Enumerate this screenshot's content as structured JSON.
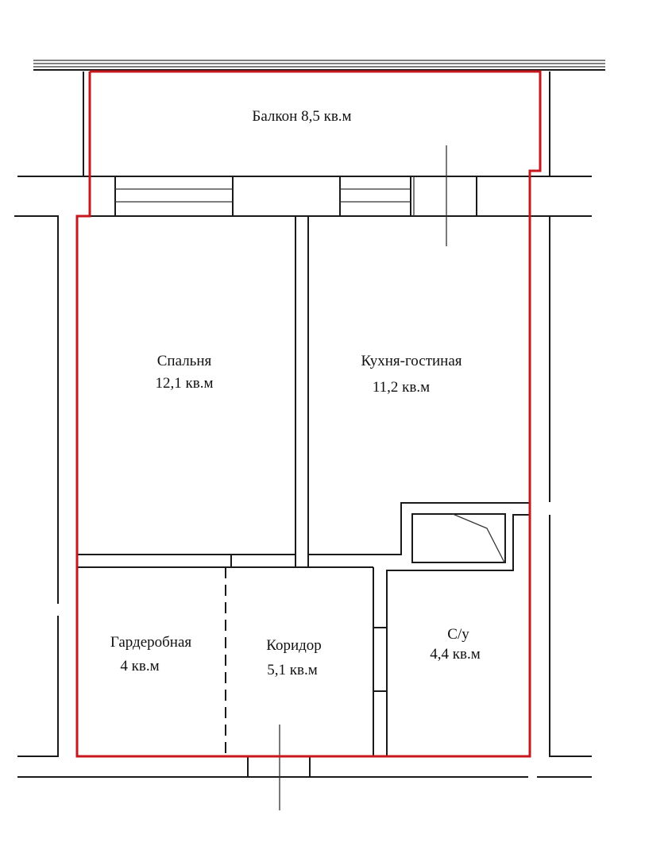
{
  "plan": {
    "outline_color": "#c8161d",
    "rooms": {
      "balcony": {
        "label": "Балкон 8,5 кв.м"
      },
      "bedroom": {
        "name": "Спальня",
        "area": "12,1 кв.м"
      },
      "kitchen": {
        "name": "Кухня-гостиная",
        "area": "11,2 кв.м"
      },
      "wardrobe": {
        "name": "Гардеробная",
        "area": "4 кв.м"
      },
      "corridor": {
        "name": "Коридор",
        "area": "5,1 кв.м"
      },
      "bathroom": {
        "name": "С/у",
        "area": "4,4 кв.м"
      }
    }
  }
}
